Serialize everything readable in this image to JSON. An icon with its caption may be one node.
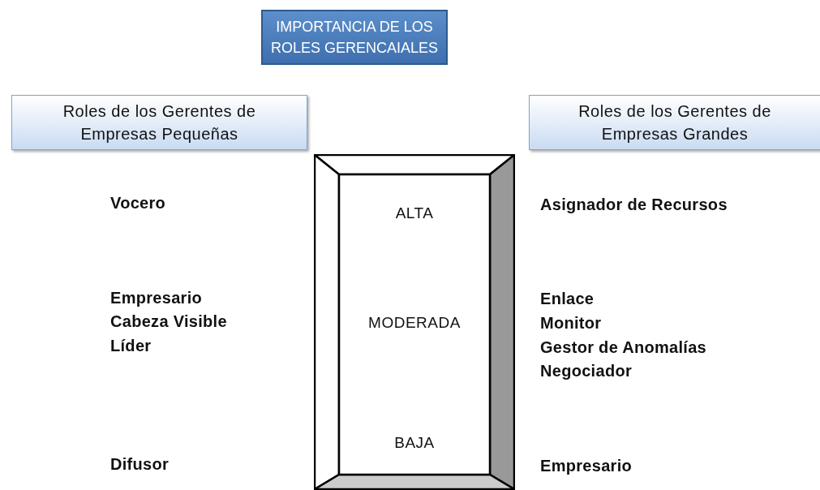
{
  "diagram": {
    "nodes": [
      {
        "text": [
          "IMPORTANCIA DE LOS ROLES GERENCAIALES"
        ]
      },
      {
        "text": [
          "Roles de los Gerentes de Empresas Pequeñas"
        ]
      },
      {
        "text": [
          "Roles de los Gerentes de Empresas Grandes"
        ]
      },
      {
        "text": [
          "ALTA",
          "MODERADA",
          "BAJA"
        ]
      }
    ],
    "labels": [
      "Vocero",
      "Asignador de Recursos",
      "Empresario",
      "Cabeza Visible",
      "Líder",
      "Enlace",
      "Monitor",
      "Gestor de Anomalías",
      "Negociador",
      "Difusor",
      "Empresario"
    ]
  }
}
